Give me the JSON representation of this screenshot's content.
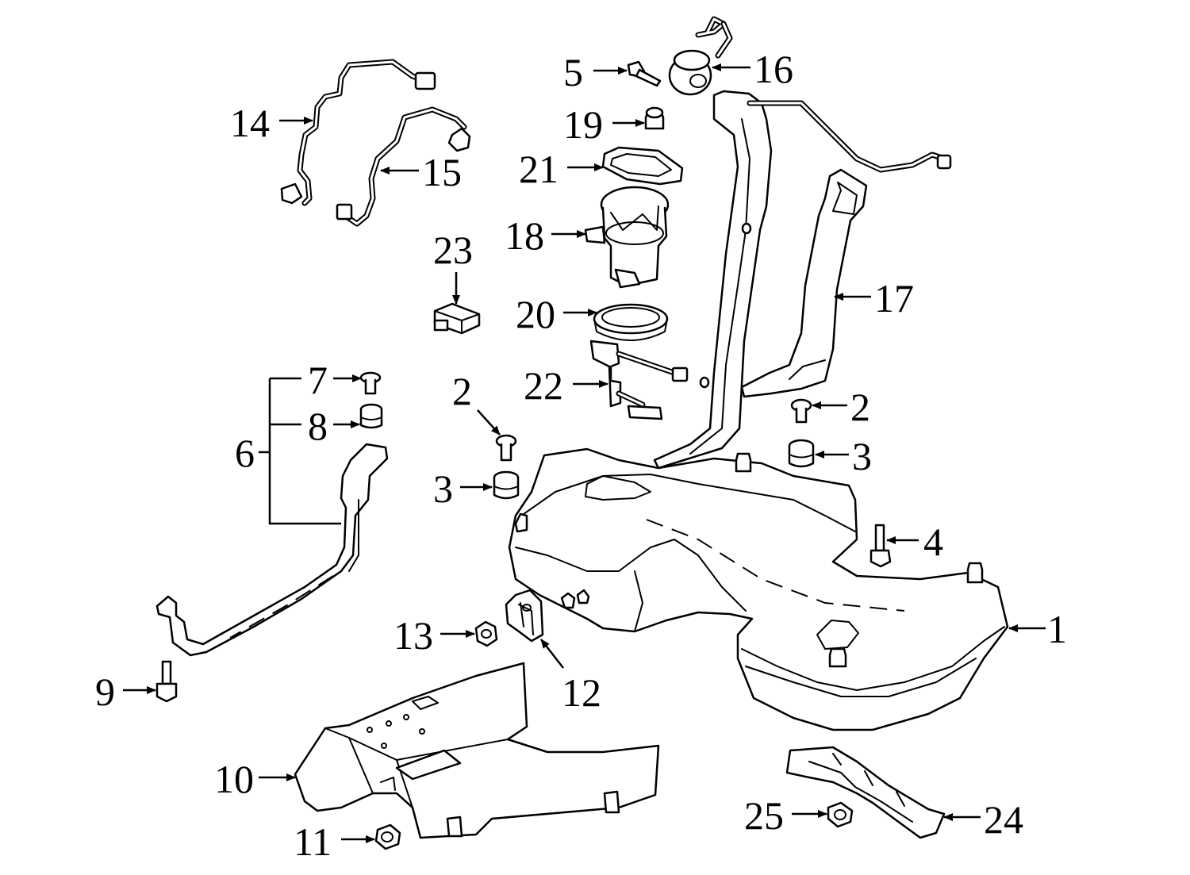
{
  "callouts": {
    "c1": "1",
    "c2a": "2",
    "c2b": "2",
    "c3a": "3",
    "c3b": "3",
    "c4": "4",
    "c5": "5",
    "c6": "6",
    "c7": "7",
    "c8": "8",
    "c9": "9",
    "c10": "10",
    "c11": "11",
    "c12": "12",
    "c13": "13",
    "c14": "14",
    "c15": "15",
    "c16": "16",
    "c17": "17",
    "c18": "18",
    "c19": "19",
    "c20": "20",
    "c21": "21",
    "c22": "22",
    "c23": "23",
    "c24": "24",
    "c25": "25"
  },
  "colors": {
    "line": "#000000",
    "background": "#ffffff"
  }
}
